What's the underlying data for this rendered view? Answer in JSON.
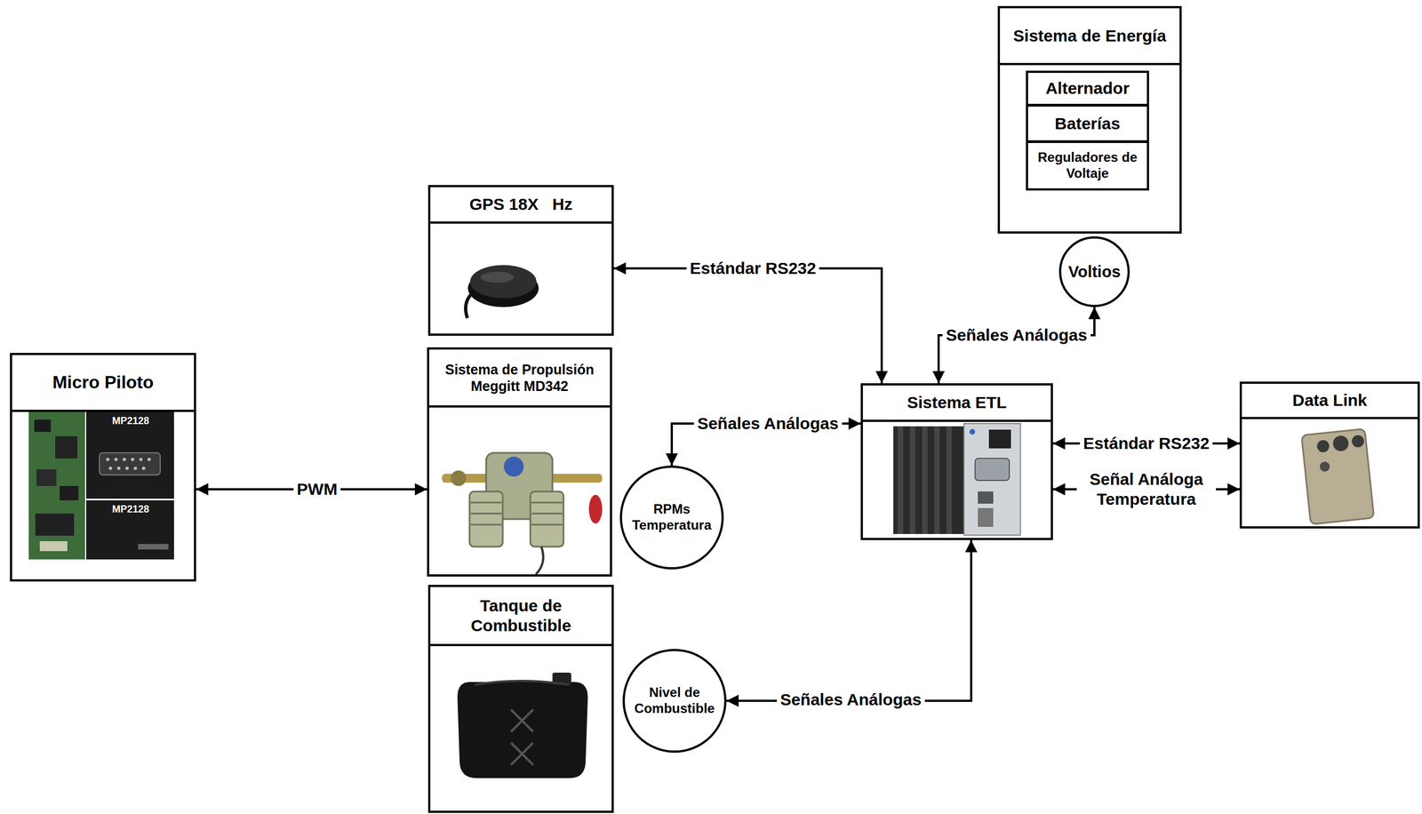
{
  "diagram": {
    "nodes": [
      {
        "text": [
          "Sistema de Energía"
        ]
      },
      {
        "text": [
          "Alternador"
        ],
        "in": 0
      },
      {
        "text": [
          "Baterías"
        ],
        "in": 0
      },
      {
        "text": [
          "Reguladores de Voltaje"
        ],
        "in": 0
      },
      {
        "text": [
          "GPS 18X   Hz"
        ]
      },
      {
        "text": [
          "Voltios"
        ]
      },
      {
        "text": [
          "Micro Piloto"
        ]
      },
      {
        "text": [
          "Sistema de Propulsión Meggitt MD342"
        ]
      },
      {
        "text": [
          "RPMs Temperatura"
        ]
      },
      {
        "text": [
          "Sistema ETL"
        ]
      },
      {
        "text": [
          "Data Link"
        ]
      },
      {
        "text": [
          "Tanque de Combustible"
        ]
      },
      {
        "text": [
          "Nivel de Combustible"
        ]
      }
    ],
    "edges": [
      {
        "from": 6,
        "to": 7,
        "label": "PWM",
        "arrow": "both"
      },
      {
        "from": 4,
        "to": 9,
        "label": "Estándar RS232",
        "arrow": "both"
      },
      {
        "from": 9,
        "to": 5,
        "label": "Señales Análogas",
        "arrow": "both"
      },
      {
        "from": 8,
        "to": 9,
        "label": "Señales Análogas",
        "arrow": "both"
      },
      {
        "from": 9,
        "to": 10,
        "label": "Estándar RS232",
        "arrow": "both"
      },
      {
        "from": 9,
        "to": 10,
        "label": "Señal Análoga Temperatura",
        "arrow": "both"
      },
      {
        "from": 9,
        "to": 12,
        "label": "Señales Análogas",
        "arrow": "both"
      }
    ],
    "labels": [
      "MP2128",
      "MP2128"
    ]
  }
}
